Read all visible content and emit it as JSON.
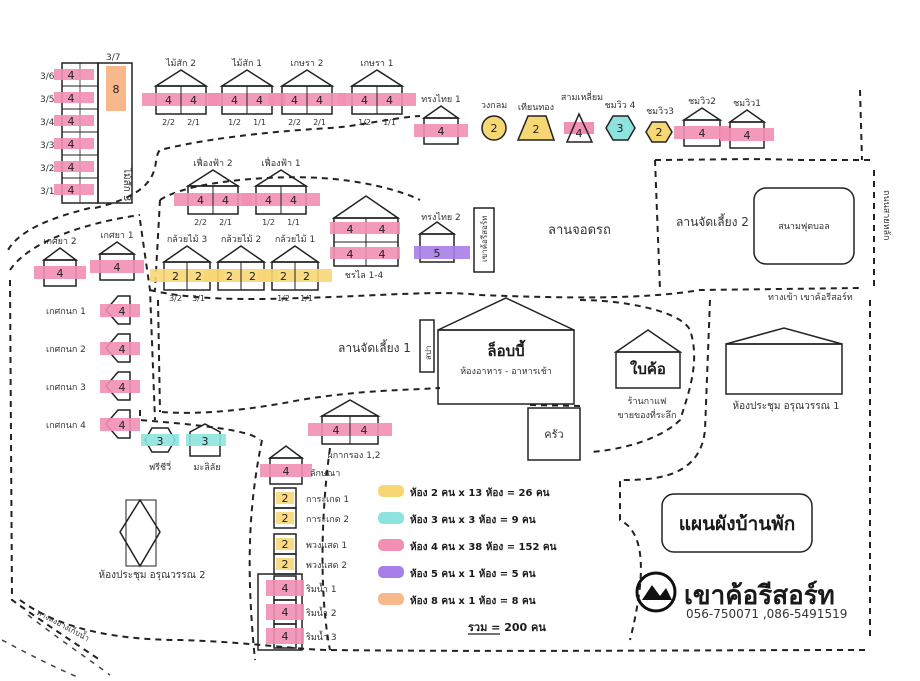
{
  "title": "แผนผังบ้านพัก",
  "brand": {
    "name": "เขาค้อรีสอร์ท",
    "phone": "056-750071 ,086-5491519"
  },
  "colors": {
    "yellow": "#f7d774",
    "cyan": "#8fe3df",
    "pink": "#f28fb5",
    "purple": "#a87ee8",
    "orange": "#f7b98c",
    "ink": "#222222"
  },
  "areas": {
    "parking": "ลานจอดรถ",
    "party1": "ลานจัดเลี้ยง 1",
    "party2": "ลานจัดเลี้ยง 2",
    "football": "สนามฟุตบอล",
    "lobby": "ล็อบบี้",
    "lobby_sub": "ห้องอาหาร - อาหารเช้า",
    "kitchen": "ครัว",
    "baiko": "ใบค้อ",
    "cafe1": "ร้านกาแฟ",
    "cafe2": "ขายของที่ระลึก",
    "meeting1": "ห้องประชุม อรุณวรรณ 1",
    "meeting2": "ห้องประชุม อรุณวรรณ 2",
    "entrance": "ทางเข้า เขาค้อรีสอร์ท",
    "road": "ถนนสายหลัก",
    "waterfall_path": "ทางลงอ่างเก็บน้ำ",
    "spa": "สปา",
    "office": "เขาค้อรีสอร์ท"
  },
  "buildings": {
    "maisak3": {
      "label": "ไม้สัก 3",
      "rooms": [
        {
          "code": "3/6",
          "n": "4"
        },
        {
          "code": "3/5",
          "n": "4"
        },
        {
          "code": "3/4",
          "n": "4"
        },
        {
          "code": "3/3",
          "n": "4"
        },
        {
          "code": "3/2",
          "n": "4"
        },
        {
          "code": "3/1",
          "n": "4"
        }
      ],
      "top": {
        "code": "3/7",
        "n": "8"
      }
    },
    "maisak2": {
      "label": "ไม้สัก 2",
      "left": "4",
      "right": "4",
      "codes": [
        "2/2",
        "2/1"
      ]
    },
    "maisak1": {
      "label": "ไม้สัก 1",
      "left": "4",
      "right": "4",
      "codes": [
        "1/2",
        "1/1"
      ]
    },
    "kesara2": {
      "label": "เกษรา 2",
      "left": "4",
      "right": "4",
      "codes": [
        "2/2",
        "2/1"
      ]
    },
    "kesara1": {
      "label": "เกษรา 1",
      "left": "4",
      "right": "4",
      "codes": [
        "1/2",
        "1/1"
      ]
    },
    "songthai1": {
      "label": "ทรงไทย 1",
      "n": "4"
    },
    "wongklom": {
      "label": "วงกลม",
      "n": "2"
    },
    "thianthong": {
      "label": "เทียนทอง",
      "n": "2"
    },
    "samliam": {
      "label": "สามเหลี่ยม",
      "n": "4"
    },
    "chomwiw4": {
      "label": "ชมวิว 4",
      "n": "3"
    },
    "chomwiw3": {
      "label": "ชมวิว3",
      "n": "2"
    },
    "chomwiw2": {
      "label": "ชมวิว2",
      "n": "4"
    },
    "chomwiw1": {
      "label": "ชมวิว1",
      "n": "4"
    },
    "fueangfa2": {
      "label": "เฟื่องฟ้า 2",
      "left": "4",
      "right": "4",
      "codes": [
        "2/2",
        "2/1"
      ]
    },
    "fueangfa1": {
      "label": "เฟื่องฟ้า 1",
      "left": "4",
      "right": "4",
      "codes": [
        "1/2",
        "1/1"
      ]
    },
    "kluaimai3": {
      "label": "กล้วยไม้ 3",
      "left": "2",
      "right": "2",
      "codes": [
        "3/2",
        "3/1"
      ]
    },
    "kluaimai2": {
      "label": "กล้วยไม้ 2",
      "left": "2",
      "right": "2"
    },
    "kluaimai1": {
      "label": "กล้วยไม้ 1",
      "left": "2",
      "right": "2",
      "codes": [
        "1/2",
        "1/1"
      ]
    },
    "chonkai": {
      "label": "ชรไล 1-4",
      "rooms": [
        "4",
        "4",
        "4",
        "4"
      ]
    },
    "songthai2": {
      "label": "ทรงไทย 2",
      "n": "5"
    },
    "kesaya2": {
      "label": "เกศยา 2",
      "n": "4"
    },
    "kesaya1": {
      "label": "เกศยา 1",
      "n": "4"
    },
    "kesakhan": [
      {
        "label": "เกศกนก 1",
        "n": "4"
      },
      {
        "label": "เกศกนก 2",
        "n": "4"
      },
      {
        "label": "เกศกนก 3",
        "n": "4"
      },
      {
        "label": "เกศกนก 4",
        "n": "4"
      }
    ],
    "frichiwi": {
      "label": "ฟรีชีวี่",
      "n": "3"
    },
    "malilat": {
      "label": "มะลิลัย",
      "n": "3"
    },
    "phakarong": {
      "label": "ผกากรอง 1,2",
      "left": "4",
      "right": "4"
    },
    "laksana": {
      "label": "ลักษณา",
      "n": "4"
    },
    "karaket": [
      {
        "label": "การะเกด 1",
        "n": "2"
      },
      {
        "label": "การะเกด 2",
        "n": "2"
      }
    ],
    "puangsaet": [
      {
        "label": "พวงแสด 1",
        "n": "2"
      },
      {
        "label": "พวงแสด 2",
        "n": "2"
      }
    ],
    "rimnam": [
      {
        "label": "ริมน้ำ 1",
        "n": "4"
      },
      {
        "label": "ริมน้ำ 2",
        "n": "4"
      },
      {
        "label": "ริมน้ำ 3",
        "n": "4"
      }
    ]
  },
  "legend": [
    {
      "color": "yellow",
      "text": "ห้อง 2 คน x 13 ห้อง  =  26 คน"
    },
    {
      "color": "cyan",
      "text": "ห้อง 3 คน x 3 ห้อง  =  9 คน"
    },
    {
      "color": "pink",
      "text": "ห้อง 4 คน x 38 ห้อง  =  152 คน"
    },
    {
      "color": "purple",
      "text": "ห้อง 5 คน x 1 ห้อง  =  5 คน"
    },
    {
      "color": "orange",
      "text": "ห้อง 8 คน x 1 ห้อง  =  8 คน"
    }
  ],
  "total": "รวม  =  200 คน"
}
